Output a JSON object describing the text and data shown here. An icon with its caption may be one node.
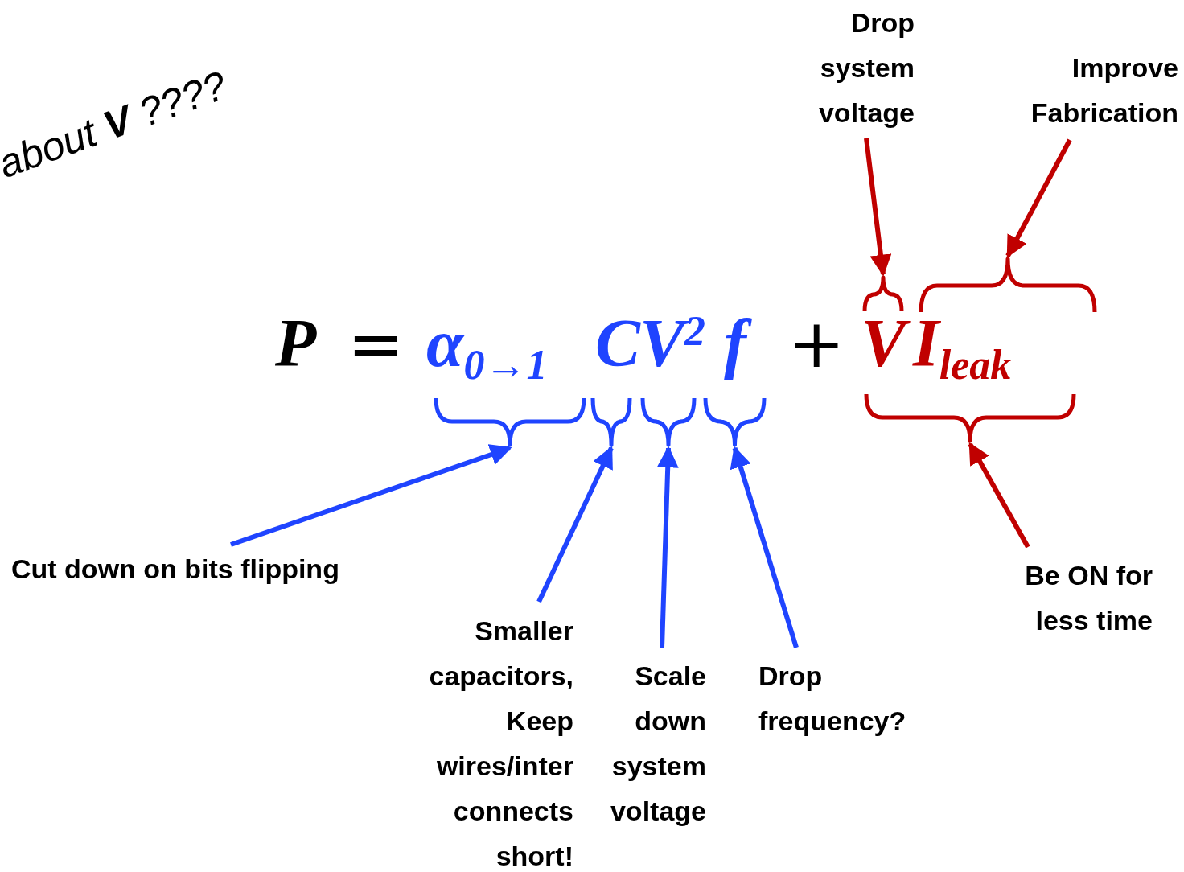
{
  "diagram": {
    "nodes": [
      {
        "text": [
          "Drop system voltage"
        ]
      },
      {
        "text": [
          "Improve Fabrication"
        ]
      },
      {
        "text": [],
        "shape": "brace"
      },
      {
        "text": [],
        "shape": "brace"
      },
      {
        "text": [],
        "shape": "brace"
      },
      {
        "text": [],
        "shape": "brace"
      },
      {
        "text": [],
        "shape": "brace"
      },
      {
        "text": [],
        "shape": "brace"
      },
      {
        "text": [],
        "shape": "brace"
      },
      {
        "text": [
          "Cut down on bits flipping"
        ]
      },
      {
        "text": [
          "Smaller capacitors, Keep wires/inter connects short!"
        ]
      },
      {
        "text": [
          "Scale down system voltage"
        ]
      },
      {
        "text": [
          "Drop frequency?"
        ]
      },
      {
        "text": [
          "Be ON for less time"
        ]
      }
    ],
    "edges": [
      {
        "from": 0,
        "to": 2,
        "arrow": "to",
        "color": "#c00000"
      },
      {
        "from": 1,
        "to": 3,
        "arrow": "to",
        "color": "#c00000"
      },
      {
        "from": 9,
        "to": 4,
        "arrow": "to"
      },
      {
        "from": 10,
        "to": 5,
        "arrow": "to"
      },
      {
        "from": 11,
        "to": 6,
        "arrow": "to"
      },
      {
        "from": 12,
        "to": 7,
        "arrow": "to"
      },
      {
        "from": 13,
        "to": 8,
        "arrow": "to",
        "color": "#c00000"
      }
    ],
    "labels": [
      "about **V** ????",
      "P",
      "=",
      "α$_{0→1}$",
      "C",
      "V$^{2}$",
      "f",
      "+",
      "V",
      "I$_{leak}$"
    ]
  }
}
